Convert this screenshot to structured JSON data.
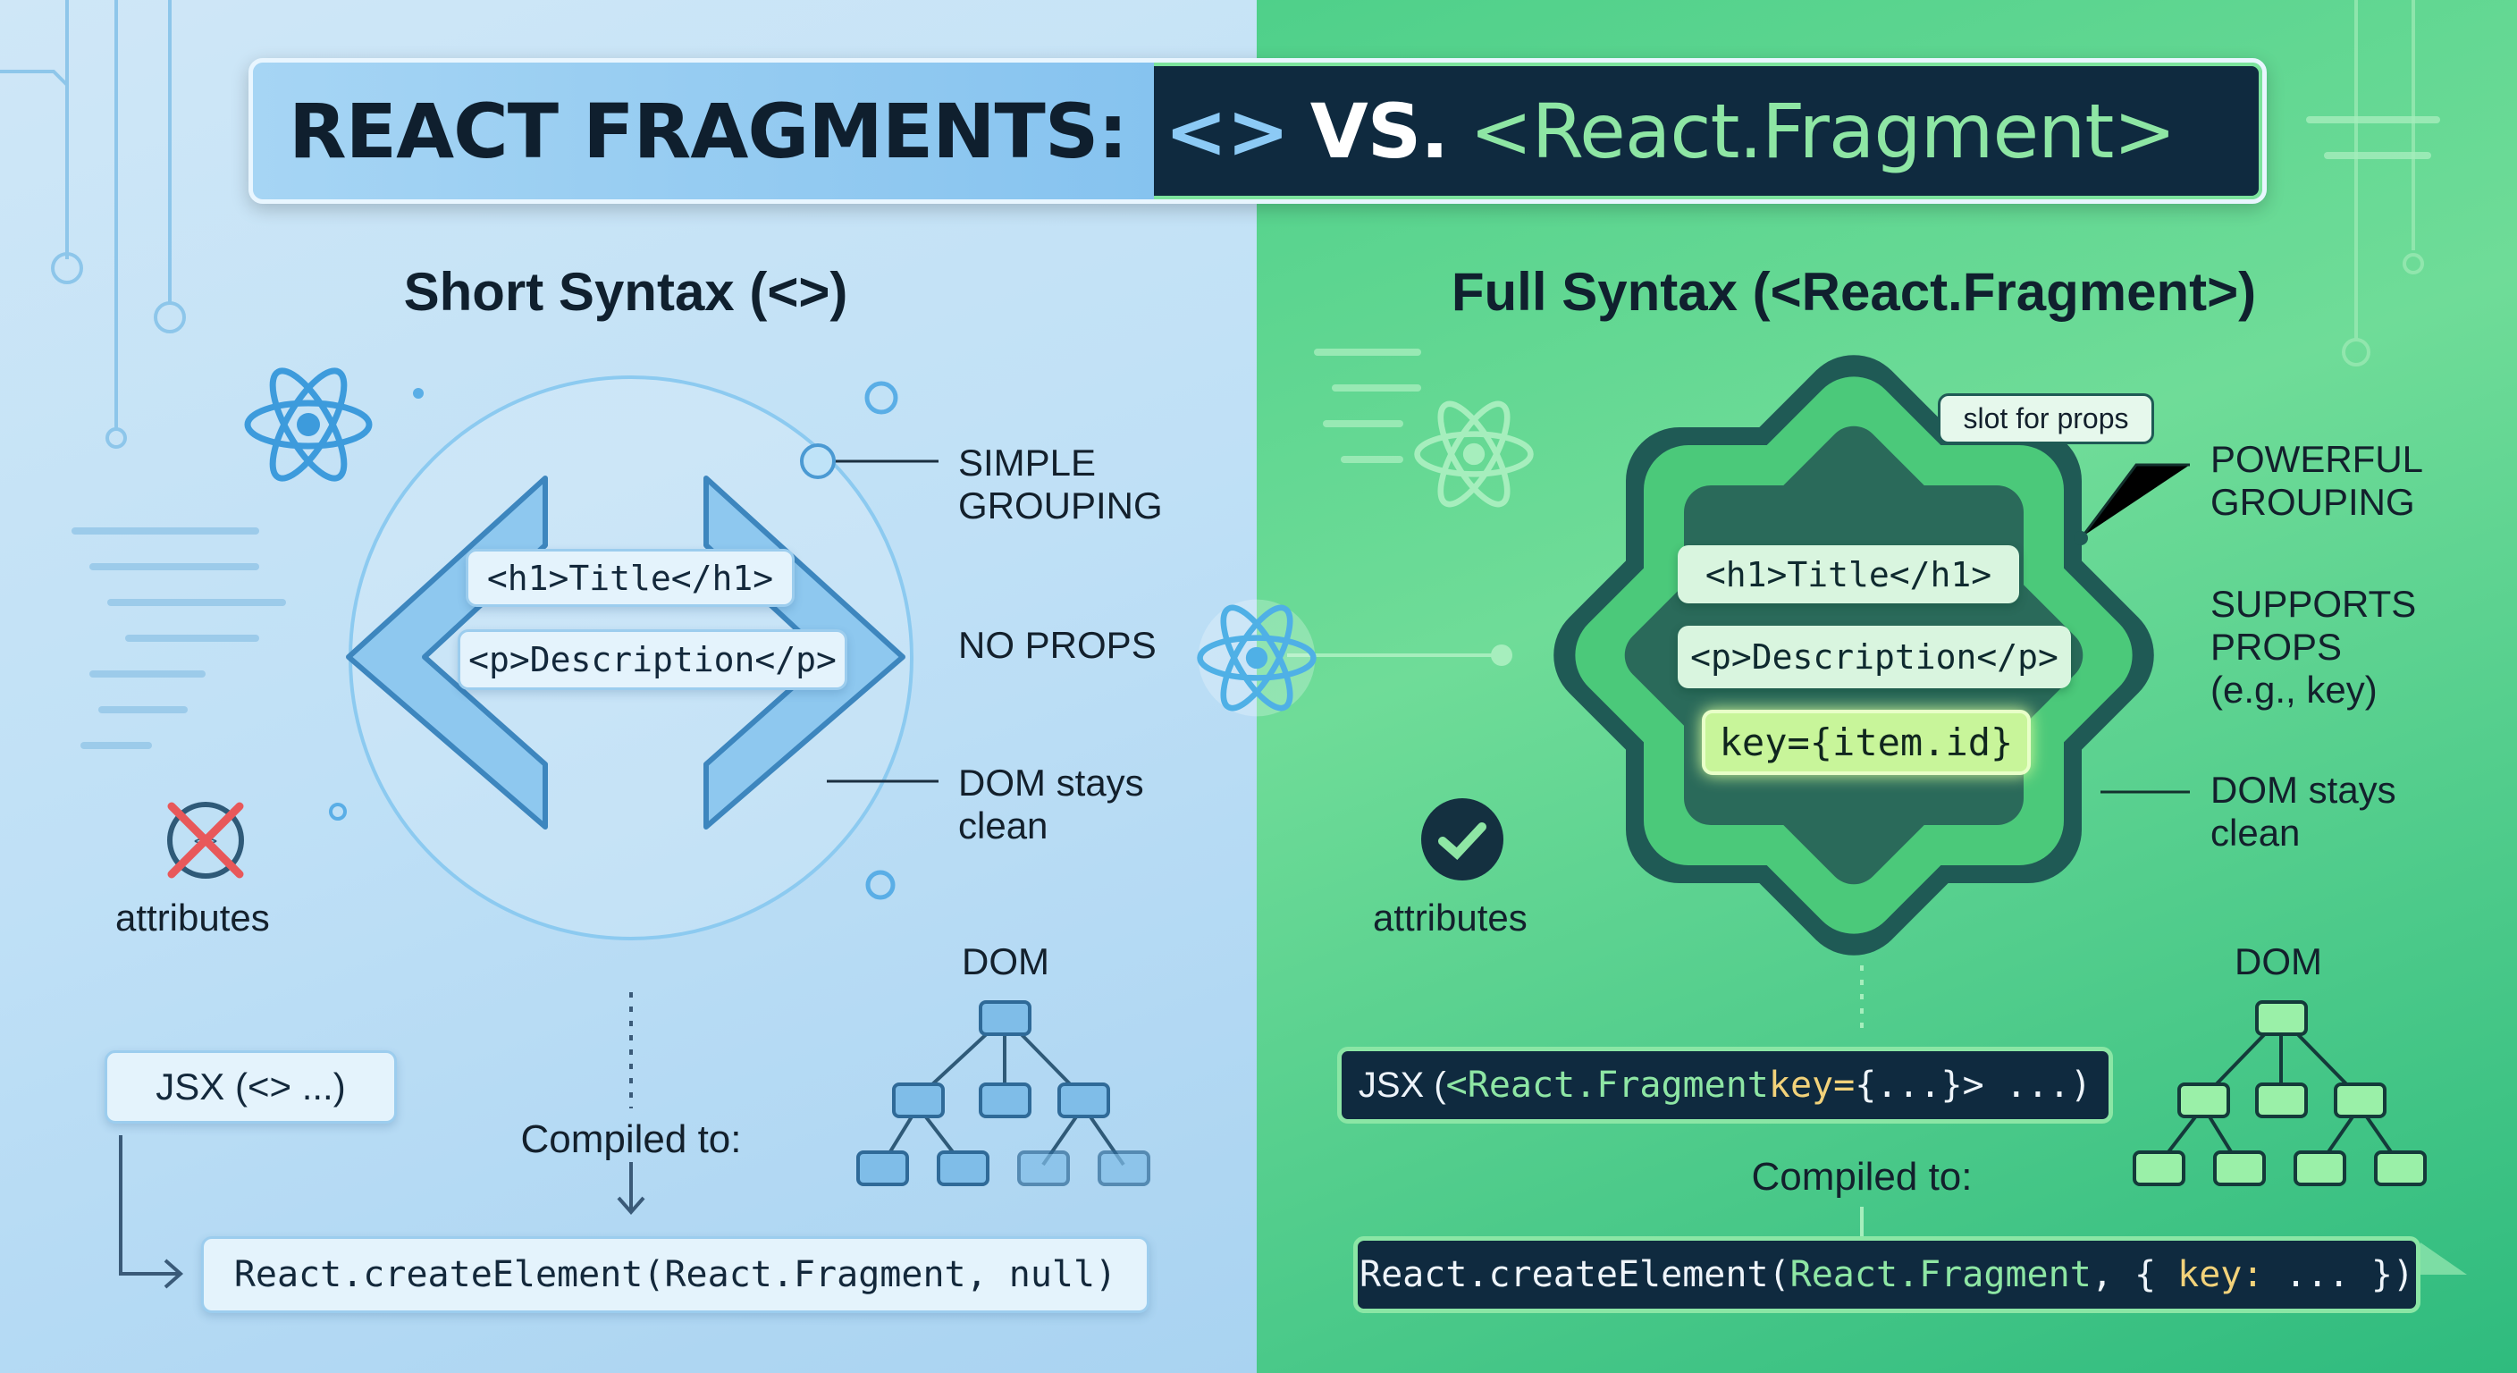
{
  "title": {
    "part1": "REACT FRAGMENTS:",
    "short": "<>",
    "vs": "VS.",
    "full": "<React.Fragment>"
  },
  "left": {
    "heading": "Short Syntax (<>)",
    "code_lines": [
      "<h1>Title</h1>",
      "<p>Description</p>"
    ],
    "labels": {
      "grouping": [
        "SIMPLE",
        "GROUPING"
      ],
      "props": "NO PROPS",
      "dom": [
        "DOM stays",
        "clean"
      ]
    },
    "attributes": "attributes",
    "attributes_icon": "no-attributes-crossed-icon",
    "dom_label": "DOM",
    "jsx": "JSX (<> ...)",
    "compiled_label": "Compiled to:",
    "compiled": "React.createElement(React.Fragment, null)",
    "accent": "#5aaee6"
  },
  "right": {
    "heading": "Full Syntax (<React.Fragment>)",
    "code_lines": [
      "<h1>Title</h1>",
      "<p>Description</p>",
      "key={item.id}"
    ],
    "slot_bubble": "slot for props",
    "labels": {
      "grouping": [
        "POWERFUL",
        "GROUPING"
      ],
      "props": [
        "SUPPORTS",
        "PROPS",
        "(e.g., key)"
      ],
      "dom": [
        "DOM stays",
        "clean"
      ]
    },
    "attributes": "attributes",
    "attributes_icon": "check-icon",
    "dom_label": "DOM",
    "jsx": {
      "prefix": "JSX (",
      "tag": "<React.Fragment ",
      "key": "key=",
      "rest": "{...}> ...)"
    },
    "compiled_label": "Compiled to:",
    "compiled": {
      "fn": "React.createElement(",
      "arg": "React.Fragment",
      "sep": ", { ",
      "key": "key:",
      "rest": " ... })"
    },
    "accent": "#8ee6a4"
  }
}
